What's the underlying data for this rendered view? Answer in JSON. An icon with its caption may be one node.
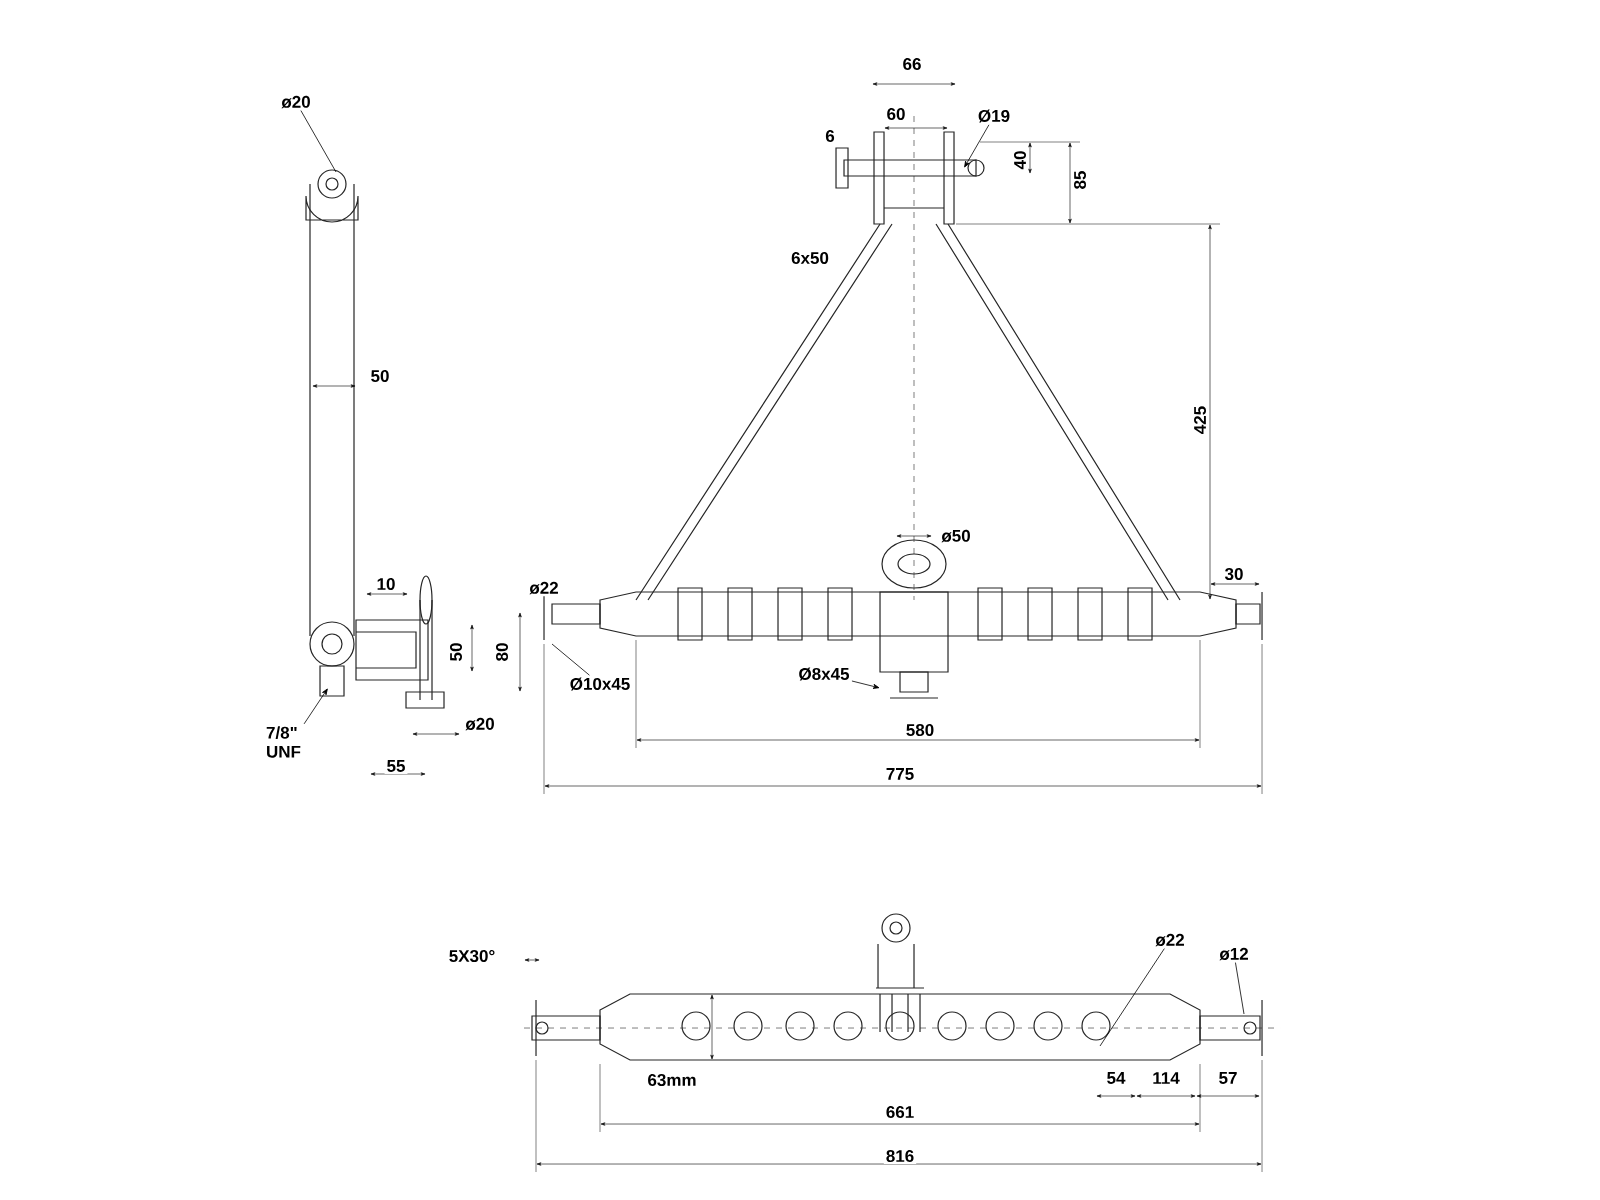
{
  "diagram": {
    "nodes": [
      {
        "text": [
          "ø20"
        ]
      },
      {
        "text": [
          "7/8\" UNF"
        ]
      },
      {
        "text": [
          "Ø19"
        ]
      },
      {
        "text": [
          "Ø10x45"
        ]
      },
      {
        "text": [
          "Ø8x45"
        ]
      },
      {
        "text": [
          "ø22"
        ]
      },
      {
        "text": [
          "ø12"
        ]
      }
    ],
    "edges": [
      {
        "from": 0,
        "to": null,
        "arrow": "none"
      },
      {
        "from": 1,
        "to": null,
        "arrow": "to"
      },
      {
        "from": 2,
        "to": null,
        "arrow": "to"
      },
      {
        "from": 3,
        "to": null,
        "arrow": "none"
      },
      {
        "from": 4,
        "to": null,
        "arrow": "to"
      },
      {
        "from": 5,
        "to": null,
        "arrow": "none"
      },
      {
        "from": 6,
        "to": null,
        "arrow": "none"
      }
    ],
    "labels": [
      "66",
      "60",
      "6",
      "40",
      "85",
      "6x50",
      "50",
      "425",
      "10",
      "ø50",
      "30",
      "ø22",
      "50",
      "80",
      "ø20",
      "580",
      "55",
      "775",
      "5X30°",
      "63mm",
      "54",
      "114",
      "57",
      "661",
      "816"
    ]
  }
}
